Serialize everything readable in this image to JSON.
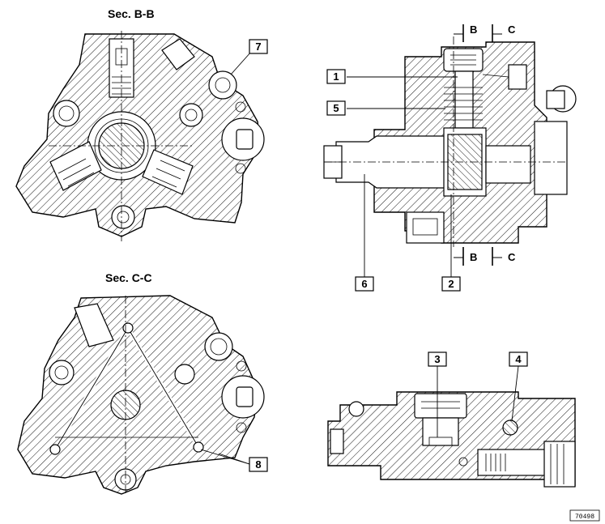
{
  "figure": {
    "section_bb_title": "Sec. B-B",
    "section_cc_title": "Sec. C-C",
    "section_marks": {
      "b_top": "B",
      "c_top": "C",
      "b_bottom": "B",
      "c_bottom": "C"
    },
    "callouts": {
      "c1": "1",
      "c2": "2",
      "c3": "3",
      "c4": "4",
      "c5": "5",
      "c6": "6",
      "c7": "7",
      "c8": "8"
    },
    "reference_code": "70498"
  }
}
